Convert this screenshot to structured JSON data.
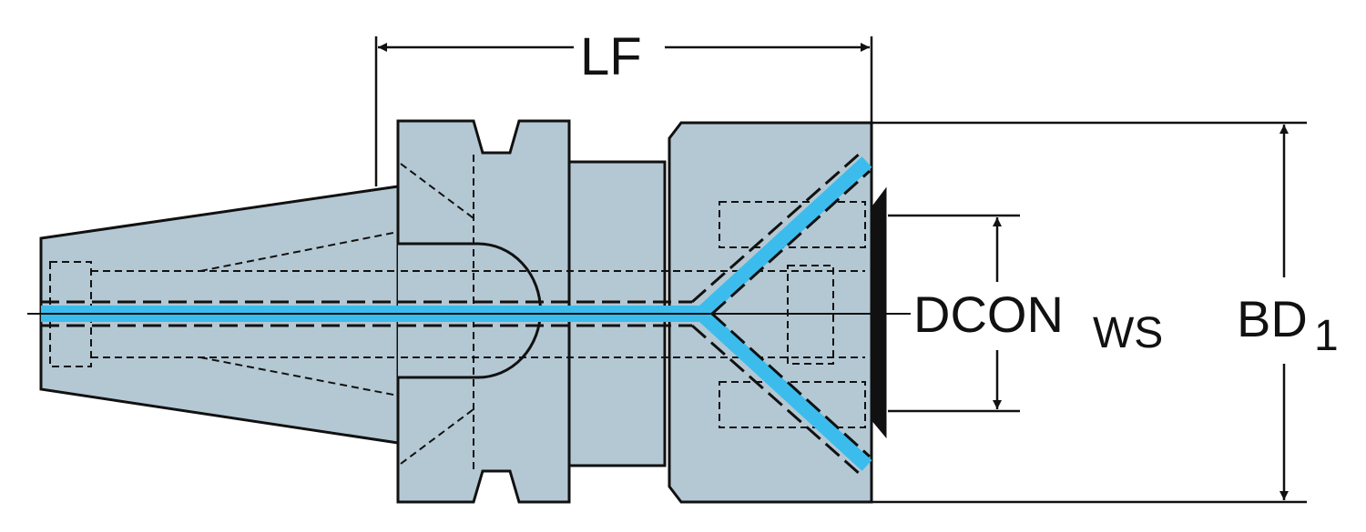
{
  "colors": {
    "body": "#b4c8d4",
    "coolant": "#3cbcec",
    "line": "#111111"
  },
  "dimensions": {
    "lf": {
      "label": "LF"
    },
    "bd": {
      "label": "BD",
      "subscript": "1"
    },
    "dcon": {
      "label": "DCON",
      "subscript": "WS"
    }
  }
}
